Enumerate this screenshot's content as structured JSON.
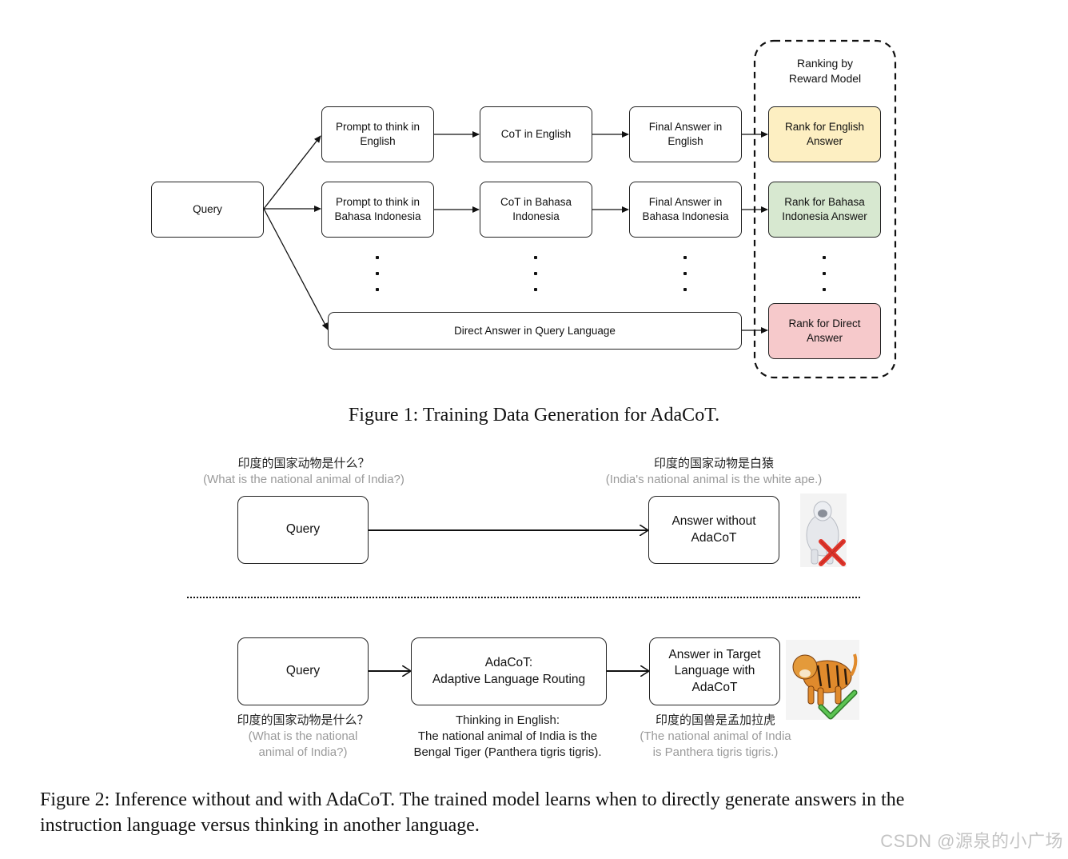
{
  "figure1": {
    "ranking_label": "Ranking by\nReward Model",
    "query": "Query",
    "row_english": {
      "prompt": "Prompt to think in\nEnglish",
      "cot": "CoT in English",
      "final": "Final Answer in\nEnglish",
      "rank": "Rank for English\nAnswer"
    },
    "row_bahasa": {
      "prompt": "Prompt to think in\nBahasa Indonesia",
      "cot": "CoT in Bahasa\nIndonesia",
      "final": "Final Answer in\nBahasa Indonesia",
      "rank": "Rank for Bahasa\nIndonesia Answer"
    },
    "direct": {
      "answer": "Direct Answer in Query Language",
      "rank": "Rank for Direct\nAnswer"
    },
    "colors": {
      "english_rank": "#fdefc2",
      "bahasa_rank": "#d7e8d0",
      "direct_rank": "#f6c9cb"
    },
    "caption": "Figure 1: Training Data Generation for AdaCoT."
  },
  "figure2": {
    "top": {
      "query_zh": "印度的国家动物是什么？",
      "query_en": "(What is the national animal of India?)",
      "answer_zh": "印度的国家动物是白猿",
      "answer_en": "(India's national animal is the white ape.)",
      "query_box": "Query",
      "answer_box": "Answer without\nAdaCoT",
      "result_icon": "white-ape-with-red-x-icon"
    },
    "bottom": {
      "query_box": "Query",
      "router_box": "AdaCoT:\nAdaptive Language Routing",
      "answer_box": "Answer in Target\nLanguage with\nAdaCoT",
      "query_zh": "印度的国家动物是什么？",
      "query_en": "(What is the national\nanimal of India?)",
      "thinking": "Thinking in English:\nThe national animal of India is the\nBengal Tiger (Panthera tigris tigris).",
      "answer_zh": "印度的国兽是孟加拉虎",
      "answer_en": "(The national animal of India\nis Panthera tigris tigris.)",
      "result_icon": "tiger-with-green-check-icon"
    },
    "caption": "Figure 2: Inference without and with AdaCoT. The trained model learns when to directly generate answers in the\ninstruction language versus thinking in another language."
  },
  "watermark": "CSDN @源泉的小广场"
}
